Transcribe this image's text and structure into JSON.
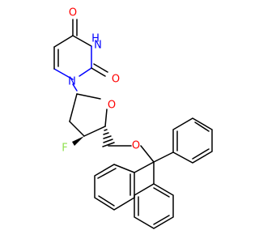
{
  "molecule": {
    "atom_labels": {
      "o_carbonyl_top": "O",
      "n3_h": "N",
      "h_on_n3": "H",
      "o_carbonyl_right": "O",
      "n1": "N",
      "o_ring": "O",
      "fluorine": "F",
      "o_ether": "O"
    },
    "colors": {
      "bond": "#000000",
      "oxygen": "#ff0000",
      "nitrogen": "#0000ff",
      "fluorine": "#90e050",
      "background": "#ffffff"
    }
  }
}
